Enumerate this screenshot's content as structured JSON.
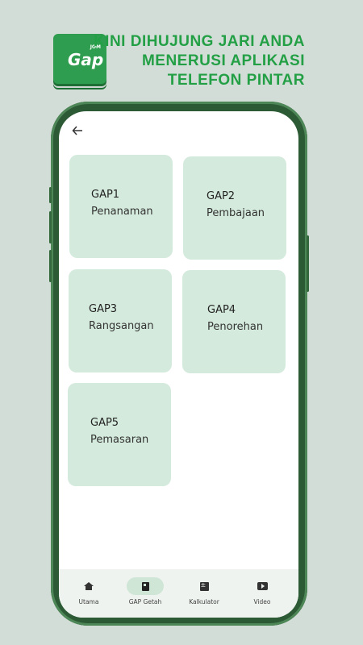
{
  "brand": {
    "logo_small": "JOM",
    "logo_main": "Gap"
  },
  "tagline": [
    "KINI DIHUJUNG JARI ANDA",
    "MENERUSI APLIKASI",
    "TELEFON PINTAR"
  ],
  "colors": {
    "brand_green": "#23a046",
    "card_bg": "#d4eadd",
    "phone_frame": "#2c5a34"
  },
  "header": {
    "back_icon": "arrow-left-icon"
  },
  "cards": [
    {
      "code": "GAP1",
      "title": "Penanaman"
    },
    {
      "code": "GAP2",
      "title": "Pembajaan"
    },
    {
      "code": "GAP3",
      "title": "Rangsangan"
    },
    {
      "code": "GAP4",
      "title": "Penorehan"
    },
    {
      "code": "GAP5",
      "title": "Pemasaran"
    }
  ],
  "nav": [
    {
      "label": "Utama",
      "icon": "home-icon",
      "active": false
    },
    {
      "label": "GAP Getah",
      "icon": "book-icon",
      "active": true
    },
    {
      "label": "Kalkulator",
      "icon": "calculator-icon",
      "active": false
    },
    {
      "label": "Video",
      "icon": "video-icon",
      "active": false
    }
  ]
}
